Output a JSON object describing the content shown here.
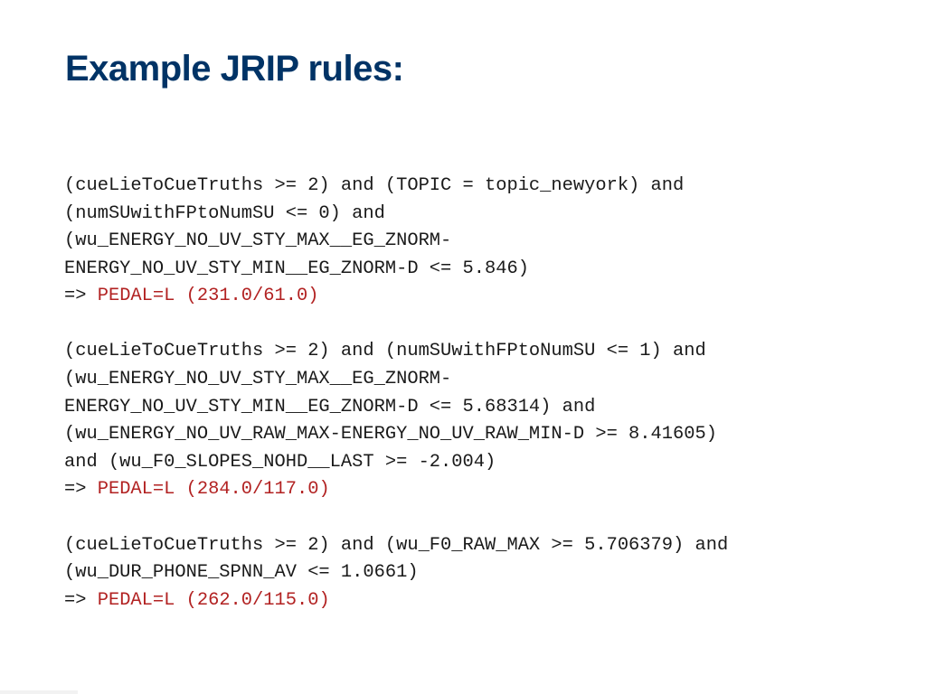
{
  "slide": {
    "title": "Example JRIP rules:"
  },
  "rules": [
    {
      "conditions": [
        "(cueLieToCueTruths >= 2) and (TOPIC = topic_newyork) and",
        "(numSUwithFPtoNumSU <= 0) and",
        "(wu_ENERGY_NO_UV_STY_MAX__EG_ZNORM-",
        "ENERGY_NO_UV_STY_MIN__EG_ZNORM-D <= 5.846)"
      ],
      "arrow": "=> ",
      "conclusion": "PEDAL=L (231.0/61.0)"
    },
    {
      "conditions": [
        "(cueLieToCueTruths >= 2) and (numSUwithFPtoNumSU <= 1) and",
        "(wu_ENERGY_NO_UV_STY_MAX__EG_ZNORM-",
        "ENERGY_NO_UV_STY_MIN__EG_ZNORM-D <= 5.68314) and",
        "(wu_ENERGY_NO_UV_RAW_MAX-ENERGY_NO_UV_RAW_MIN-D >= 8.41605)",
        "and (wu_F0_SLOPES_NOHD__LAST >= -2.004)"
      ],
      "arrow": "=> ",
      "conclusion": "PEDAL=L (284.0/117.0)"
    },
    {
      "conditions": [
        "(cueLieToCueTruths >= 2) and (wu_F0_RAW_MAX >= 5.706379) and",
        "(wu_DUR_PHONE_SPNN_AV <= 1.0661)"
      ],
      "arrow": "=> ",
      "conclusion": "PEDAL=L (262.0/115.0)"
    }
  ],
  "colors": {
    "title": "#003366",
    "body_text": "#1a1a1a",
    "conclusion": "#b22222",
    "background": "#ffffff"
  }
}
